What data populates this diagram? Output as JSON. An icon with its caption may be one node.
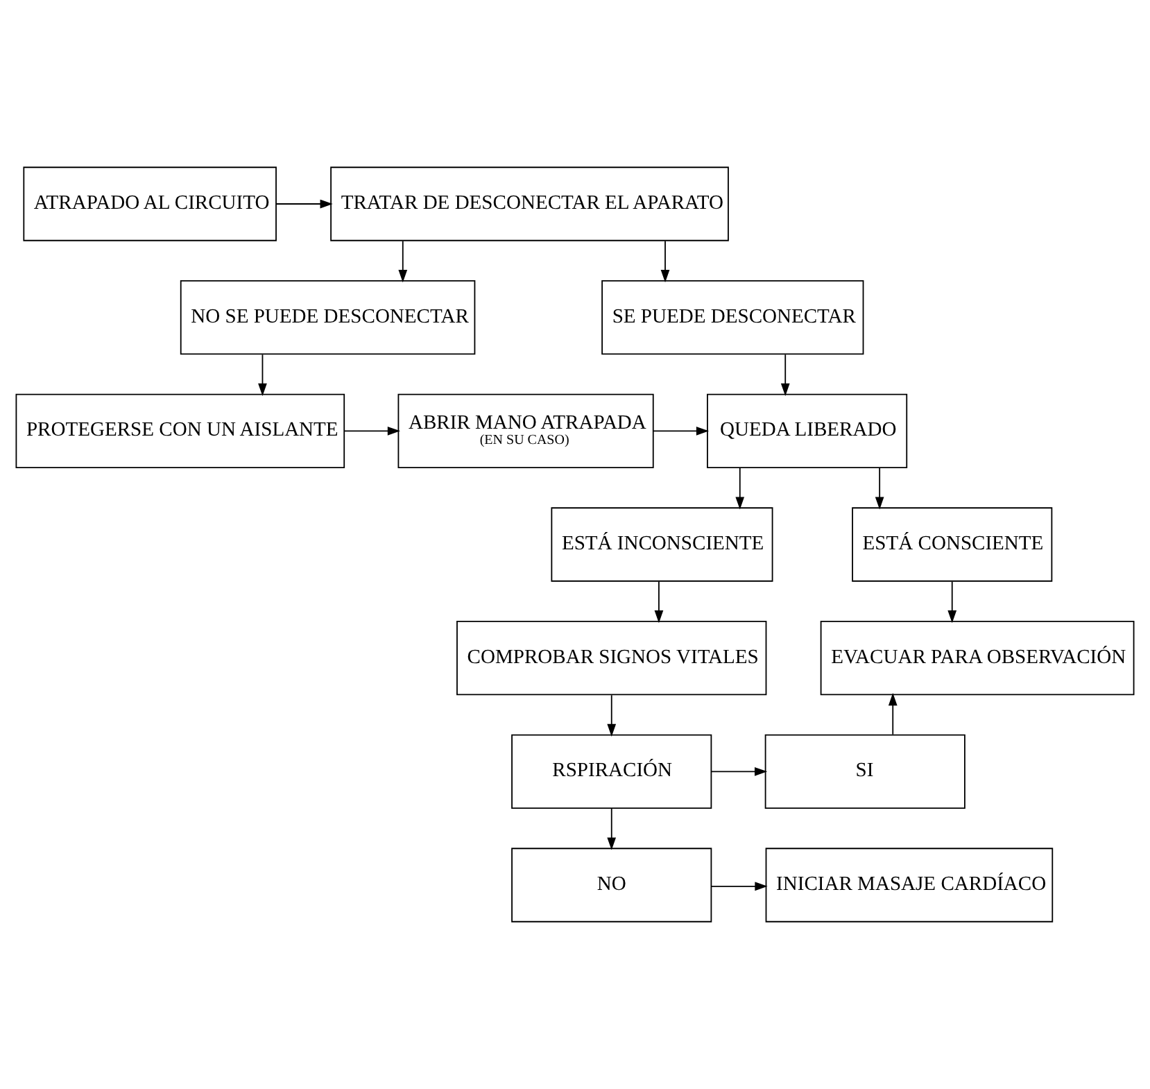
{
  "diagram": {
    "nodes": [
      {
        "text": [
          "ATRAPADO AL CIRCUITO"
        ]
      },
      {
        "text": [
          "TRATAR DE DESCONECTAR EL APARATO"
        ]
      },
      {
        "text": [
          "NO SE PUEDE DESCONECTAR"
        ]
      },
      {
        "text": [
          "SE PUEDE DESCONECTAR"
        ]
      },
      {
        "text": [
          "PROTEGERSE CON UN AISLANTE"
        ]
      },
      {
        "text": [
          "ABRIR MANO ATRAPADA",
          "(EN SU CASO)"
        ]
      },
      {
        "text": [
          "QUEDA LIBERADO"
        ]
      },
      {
        "text": [
          "ESTÁ INCONSCIENTE"
        ]
      },
      {
        "text": [
          "ESTÁ CONSCIENTE"
        ]
      },
      {
        "text": [
          "COMPROBAR SIGNOS VITALES"
        ]
      },
      {
        "text": [
          "EVACUAR PARA OBSERVACIÓN"
        ]
      },
      {
        "text": [
          "SI"
        ]
      },
      {
        "text": [
          "RSPIRACIÓN"
        ]
      },
      {
        "text": [
          "NO"
        ]
      },
      {
        "text": [
          "INICIAR MASAJE CARDÍACO"
        ]
      }
    ],
    "edges": [
      {
        "from": 0,
        "to": 1,
        "arrow": "to"
      },
      {
        "from": 1,
        "to": 2,
        "arrow": "to"
      },
      {
        "from": 1,
        "to": 3,
        "arrow": "to"
      },
      {
        "from": 2,
        "to": 4,
        "arrow": "to"
      },
      {
        "from": 4,
        "to": 5,
        "arrow": "to"
      },
      {
        "from": 5,
        "to": 6,
        "arrow": "to"
      },
      {
        "from": 3,
        "to": 6,
        "arrow": "to"
      },
      {
        "from": 6,
        "to": 7,
        "arrow": "to"
      },
      {
        "from": 6,
        "to": 8,
        "arrow": "to"
      },
      {
        "from": 7,
        "to": 9,
        "arrow": "to"
      },
      {
        "from": 8,
        "to": 10,
        "arrow": "to"
      },
      {
        "from": 9,
        "to": 12,
        "arrow": "to"
      },
      {
        "from": 12,
        "to": 11,
        "arrow": "to"
      },
      {
        "from": 12,
        "to": 13,
        "arrow": "to"
      },
      {
        "from": 11,
        "to": 10,
        "arrow": "to"
      },
      {
        "from": 13,
        "to": 14,
        "arrow": "to"
      }
    ]
  }
}
